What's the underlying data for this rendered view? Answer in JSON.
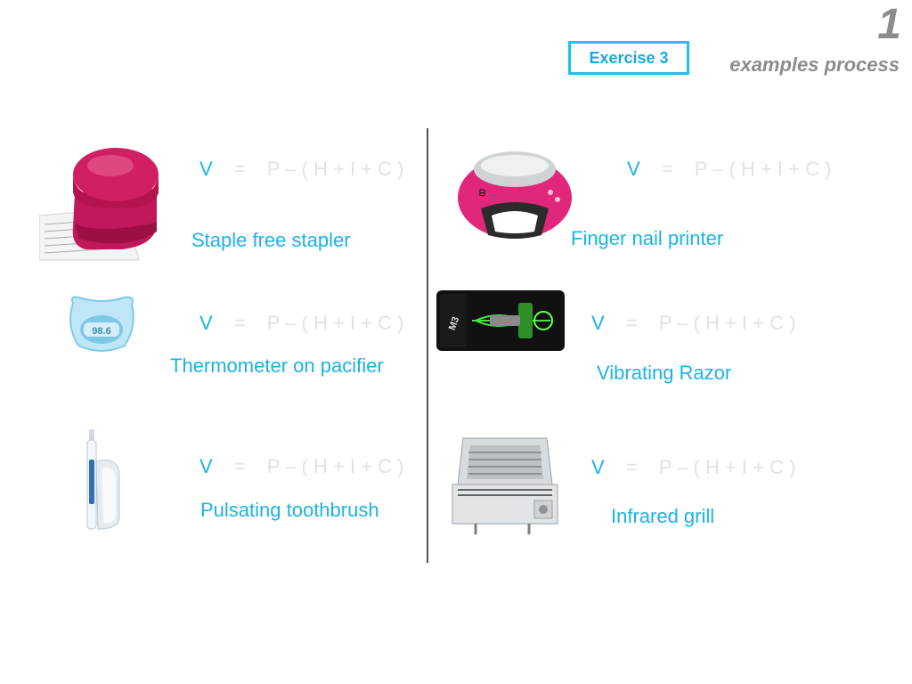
{
  "header": {
    "slide_number": "1",
    "subtitle": "examples process",
    "exercise_label": "Exercise 3"
  },
  "formula": {
    "v": "V",
    "equals": "=",
    "rhs": "P – ( H + I + C )"
  },
  "products": [
    {
      "name": "Staple free stapler",
      "icon": "stapler-image"
    },
    {
      "name": "Finger nail printer",
      "icon": "nail-printer-image"
    },
    {
      "name": "Thermometer on pacifier",
      "icon": "pacifier-thermometer-image",
      "display_reading": "98.6"
    },
    {
      "name": "Vibrating Razor",
      "icon": "razor-package-image"
    },
    {
      "name": "Pulsating toothbrush",
      "icon": "toothbrush-image"
    },
    {
      "name": "Infrared grill",
      "icon": "grill-image"
    }
  ],
  "colors": {
    "accent": "#19b4e8",
    "muted_formula": "#e2e2e2",
    "header_gray": "#8c8c8c"
  }
}
